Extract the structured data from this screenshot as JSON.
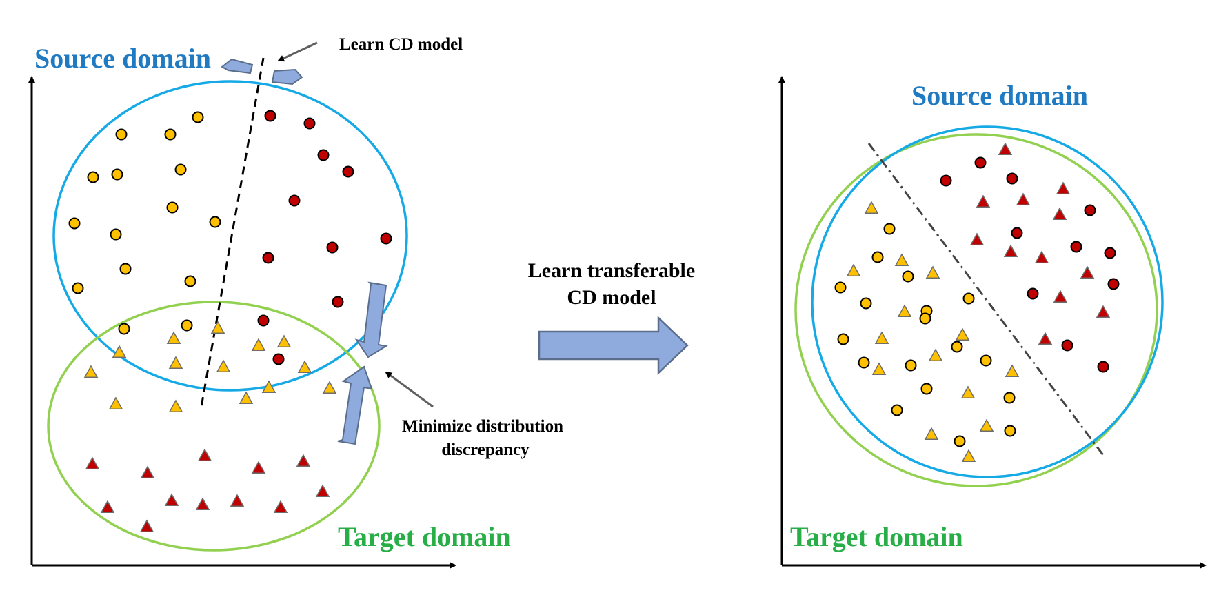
{
  "left_panel": {
    "source_label": "Source domain",
    "target_label": "Target domain",
    "annotation_model": "Learn CD model",
    "annotation_discrepancy": [
      "Minimize distribution",
      "discrepancy"
    ]
  },
  "middle": {
    "transfer_label": [
      "Learn transferable",
      "CD model"
    ]
  },
  "right_panel": {
    "source_label": "Source domain",
    "target_label": "Target domain"
  },
  "legend_colors": {
    "source_ellipse": "#15a9e6",
    "target_ellipse": "#92d050",
    "class_a": "#ffc000",
    "class_b": "#c00000",
    "arrow_fill": "#8faadc",
    "source_text": "#1f7ac2",
    "target_text": "#27ae47"
  },
  "icons": {
    "circle": "source-sample-icon",
    "triangle": "target-sample-icon"
  }
}
